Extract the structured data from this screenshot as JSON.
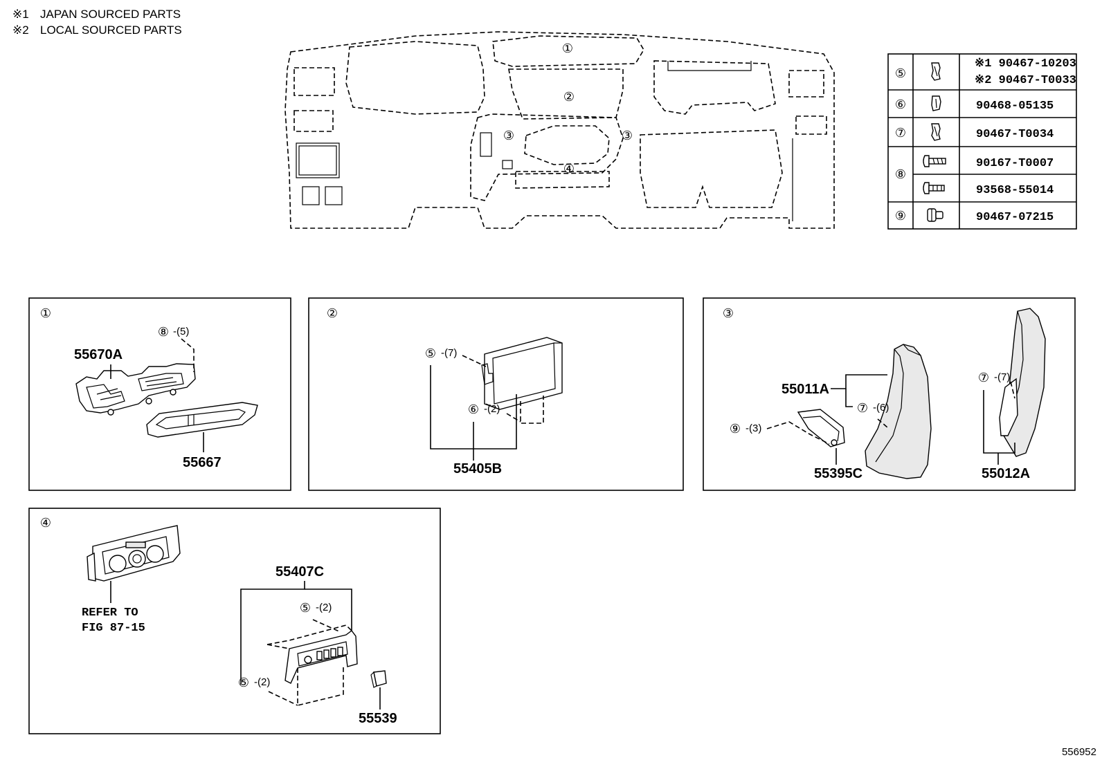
{
  "notes": [
    {
      "mark": "※1",
      "text": "JAPAN SOURCED PARTS"
    },
    {
      "mark": "※2",
      "text": "LOCAL SOURCED PARTS"
    }
  ],
  "overview_callouts": [
    "①",
    "②",
    "③",
    "③",
    "④"
  ],
  "legend": [
    {
      "ref": "⑤",
      "icon": "clip-icon",
      "parts": [
        "※1 90467-10203",
        "※2 90467-T0033"
      ]
    },
    {
      "ref": "⑥",
      "icon": "clip-icon",
      "parts": [
        "90468-05135"
      ]
    },
    {
      "ref": "⑦",
      "icon": "clip-icon",
      "parts": [
        "90467-T0034"
      ]
    },
    {
      "ref": "⑧",
      "icon": "screw-icon",
      "parts": [
        "90167-T0007",
        "93568-55014"
      ]
    },
    {
      "ref": "⑨",
      "icon": "rivet-icon",
      "parts": [
        "90467-07215"
      ]
    }
  ],
  "panels": [
    {
      "id": "①",
      "labels": {
        "part_a": "55670A",
        "part_b": "55667",
        "fastener": "⑧",
        "qty": "-(5)"
      }
    },
    {
      "id": "②",
      "labels": {
        "fastener_a": "⑤",
        "qty_a": "-(7)",
        "fastener_b": "⑥",
        "qty_b": "-(2)",
        "part": "55405B"
      }
    },
    {
      "id": "③",
      "labels": {
        "part_a": "55011A",
        "part_b": "55395C",
        "part_c": "55012A",
        "fastener_a": "⑦",
        "qty_a": "-(6)",
        "fastener_b": "⑨",
        "qty_b": "-(3)",
        "fastener_c": "⑦",
        "qty_c": "-(7)"
      }
    },
    {
      "id": "④",
      "labels": {
        "refer_line1": "REFER TO",
        "refer_line2": "FIG 87-15",
        "part_a": "55407C",
        "part_b": "55539",
        "fastener_a": "⑤",
        "qty_a": "-(2)",
        "fastener_b": "⑤",
        "qty_b": "-(2)"
      }
    }
  ],
  "figure_id": "556952"
}
